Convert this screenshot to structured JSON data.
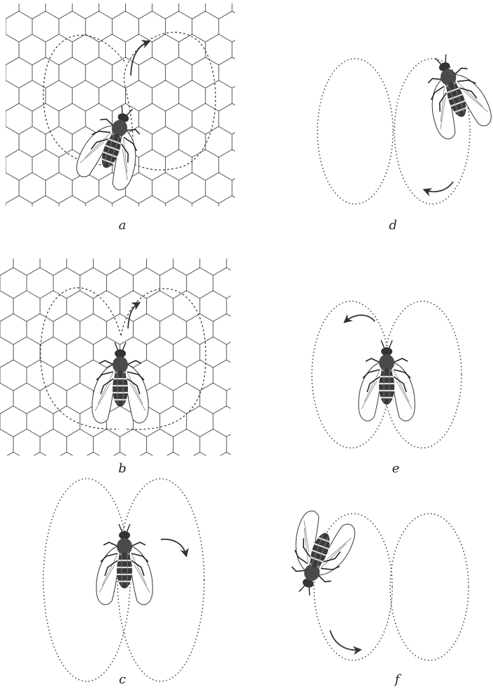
{
  "panels": [
    {
      "id": "a",
      "label": "a"
    },
    {
      "id": "b",
      "label": "b"
    },
    {
      "id": "c",
      "label": "c"
    },
    {
      "id": "d",
      "label": "d"
    },
    {
      "id": "e",
      "label": "e"
    },
    {
      "id": "f",
      "label": "f"
    }
  ],
  "colors": {
    "ink": "#333333",
    "hex": "#555555",
    "dots": "#444444"
  }
}
